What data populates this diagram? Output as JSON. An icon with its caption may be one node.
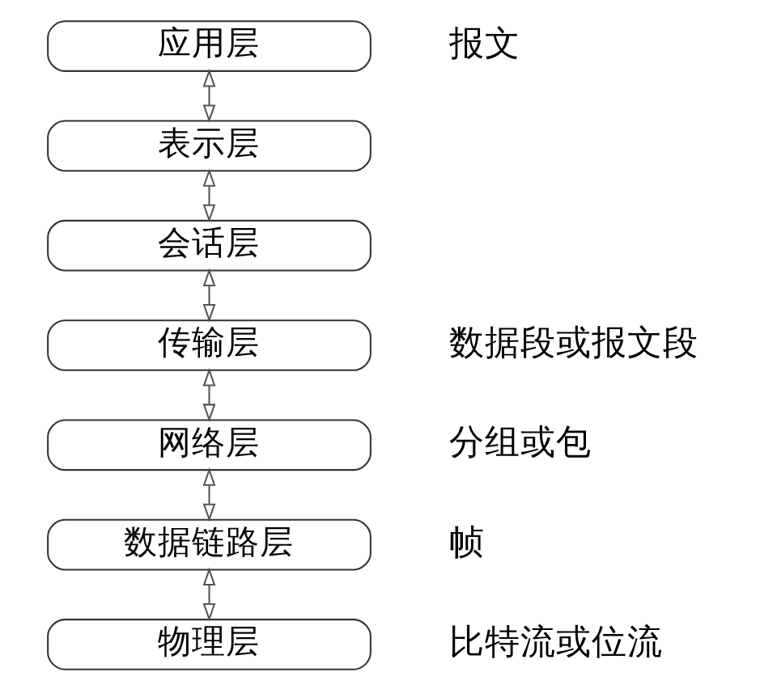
{
  "diagram": {
    "nodes": [
      {
        "text": [
          "应用层"
        ],
        "beside": [
          "报文"
        ]
      },
      {
        "text": [
          "表示层"
        ]
      },
      {
        "text": [
          "会话层"
        ]
      },
      {
        "text": [
          "传输层"
        ],
        "beside": [
          "数据段或报文段"
        ]
      },
      {
        "text": [
          "网络层"
        ],
        "beside": [
          "分组或包"
        ]
      },
      {
        "text": [
          "数据链路层"
        ],
        "beside": [
          "帧"
        ]
      },
      {
        "text": [
          "物理层"
        ],
        "beside": [
          "比特流或位流"
        ]
      }
    ],
    "edges": [
      {
        "from": 0,
        "to": 1,
        "arrow": "both"
      },
      {
        "from": 1,
        "to": 2,
        "arrow": "both"
      },
      {
        "from": 2,
        "to": 3,
        "arrow": "both"
      },
      {
        "from": 3,
        "to": 4,
        "arrow": "both"
      },
      {
        "from": 4,
        "to": 5,
        "arrow": "both"
      },
      {
        "from": 5,
        "to": 6,
        "arrow": "both"
      }
    ]
  }
}
